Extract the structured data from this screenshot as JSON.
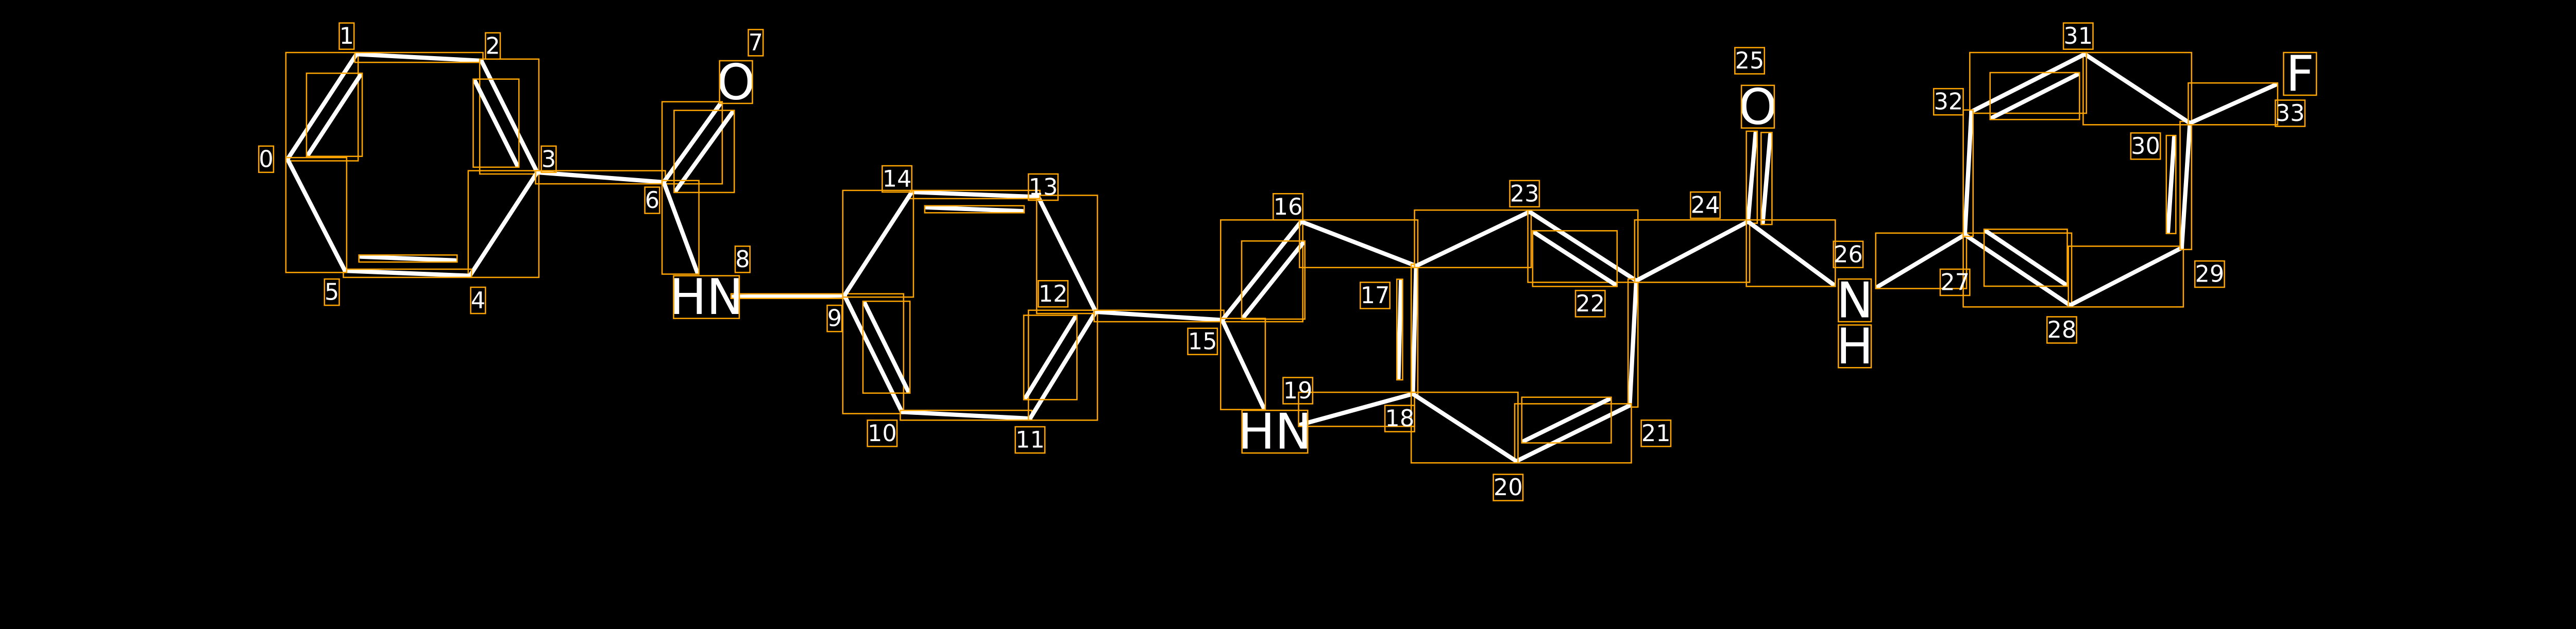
{
  "molecule": {
    "atoms": [
      {
        "index": "0",
        "label": []
      },
      {
        "index": "1",
        "label": []
      },
      {
        "index": "2",
        "label": []
      },
      {
        "index": "3",
        "label": []
      },
      {
        "index": "4",
        "label": []
      },
      {
        "index": "5",
        "label": []
      },
      {
        "index": "6",
        "label": []
      },
      {
        "index": "7",
        "label": [
          "O"
        ]
      },
      {
        "index": "8",
        "label": [
          "HN"
        ]
      },
      {
        "index": "9",
        "label": []
      },
      {
        "index": "10",
        "label": []
      },
      {
        "index": "11",
        "label": []
      },
      {
        "index": "12",
        "label": []
      },
      {
        "index": "13",
        "label": []
      },
      {
        "index": "14",
        "label": []
      },
      {
        "index": "15",
        "label": []
      },
      {
        "index": "16",
        "label": []
      },
      {
        "index": "17",
        "label": []
      },
      {
        "index": "18",
        "label": []
      },
      {
        "index": "19",
        "label": [
          "HN"
        ]
      },
      {
        "index": "20",
        "label": []
      },
      {
        "index": "21",
        "label": []
      },
      {
        "index": "22",
        "label": []
      },
      {
        "index": "23",
        "label": []
      },
      {
        "index": "24",
        "label": []
      },
      {
        "index": "25",
        "label": [
          "O"
        ]
      },
      {
        "index": "26",
        "label": [
          "N",
          "H"
        ]
      },
      {
        "index": "27",
        "label": []
      },
      {
        "index": "28",
        "label": []
      },
      {
        "index": "29",
        "label": []
      },
      {
        "index": "30",
        "label": []
      },
      {
        "index": "31",
        "label": []
      },
      {
        "index": "32",
        "label": []
      },
      {
        "index": "33",
        "label": [
          "F"
        ]
      }
    ],
    "bonds": [
      [
        0,
        1,
        2
      ],
      [
        1,
        2,
        1
      ],
      [
        2,
        3,
        2
      ],
      [
        3,
        4,
        1
      ],
      [
        4,
        5,
        2
      ],
      [
        5,
        0,
        1
      ],
      [
        3,
        6,
        1
      ],
      [
        6,
        7,
        2
      ],
      [
        6,
        8,
        1
      ],
      [
        8,
        9,
        1
      ],
      [
        9,
        10,
        2
      ],
      [
        10,
        11,
        1
      ],
      [
        11,
        12,
        2
      ],
      [
        12,
        13,
        1
      ],
      [
        13,
        14,
        2
      ],
      [
        14,
        9,
        1
      ],
      [
        12,
        15,
        1
      ],
      [
        15,
        16,
        2
      ],
      [
        16,
        17,
        1
      ],
      [
        17,
        18,
        2
      ],
      [
        18,
        19,
        1
      ],
      [
        19,
        15,
        1
      ],
      [
        17,
        23,
        1
      ],
      [
        23,
        22,
        2
      ],
      [
        22,
        21,
        1
      ],
      [
        21,
        20,
        2
      ],
      [
        20,
        18,
        1
      ],
      [
        22,
        24,
        1
      ],
      [
        24,
        25,
        2
      ],
      [
        24,
        26,
        1
      ],
      [
        26,
        27,
        1
      ],
      [
        27,
        28,
        2
      ],
      [
        28,
        29,
        1
      ],
      [
        29,
        30,
        2
      ],
      [
        30,
        31,
        1
      ],
      [
        31,
        32,
        2
      ],
      [
        32,
        27,
        1
      ],
      [
        30,
        33,
        1
      ]
    ],
    "colors": {
      "background": "#000000",
      "bond": "#ffffff",
      "box": "#ffa500"
    }
  }
}
